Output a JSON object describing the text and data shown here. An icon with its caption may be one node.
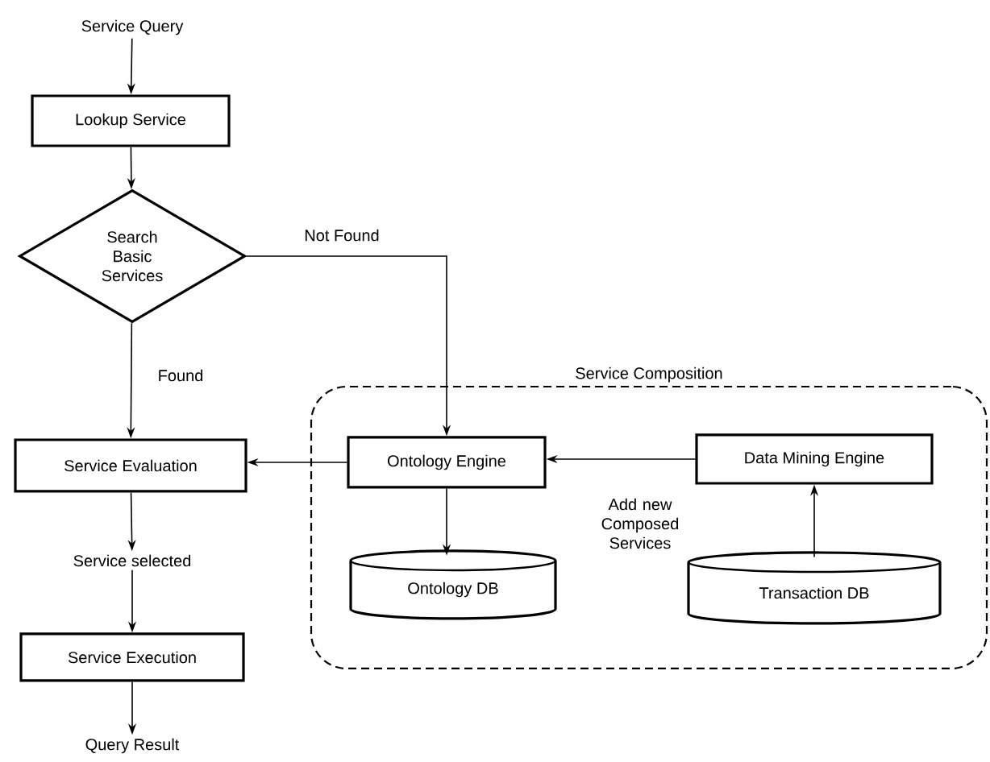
{
  "diagram": {
    "nodes": [
      {
        "text": [
          "Service Query"
        ]
      },
      {
        "text": [
          "Lookup Service"
        ]
      },
      {
        "text": [
          "Search Basic Services"
        ]
      },
      {
        "text": [
          "Service Evaluation"
        ]
      },
      {
        "text": [
          "Service selected"
        ]
      },
      {
        "text": [
          "Service Execution"
        ]
      },
      {
        "text": [
          "Query Result"
        ]
      },
      {
        "text": [
          "Service Composition"
        ]
      },
      {
        "text": [
          "Ontology Engine"
        ],
        "in": 7
      },
      {
        "text": [
          "Ontology DB"
        ],
        "in": 7
      },
      {
        "text": [
          "Data Mining Engine"
        ],
        "in": 7
      },
      {
        "text": [
          "Transaction DB"
        ],
        "in": 7
      }
    ],
    "edges": [
      {
        "from": 0,
        "to": 1,
        "arrow": "to"
      },
      {
        "from": 1,
        "to": 2,
        "arrow": "to"
      },
      {
        "from": 2,
        "to": 3,
        "arrow": "to",
        "label": "Found"
      },
      {
        "from": 2,
        "to": 8,
        "arrow": "to",
        "label": "Not Found"
      },
      {
        "from": 8,
        "to": 3,
        "arrow": "to"
      },
      {
        "from": 3,
        "to": 4,
        "arrow": "to"
      },
      {
        "from": 4,
        "to": 5,
        "arrow": "to"
      },
      {
        "from": 5,
        "to": 6,
        "arrow": "to"
      },
      {
        "from": 8,
        "to": 9,
        "arrow": "to"
      },
      {
        "from": 10,
        "to": 8,
        "arrow": "to",
        "label": "Add new Composed Services"
      },
      {
        "from": 11,
        "to": 10,
        "arrow": "to"
      }
    ]
  }
}
